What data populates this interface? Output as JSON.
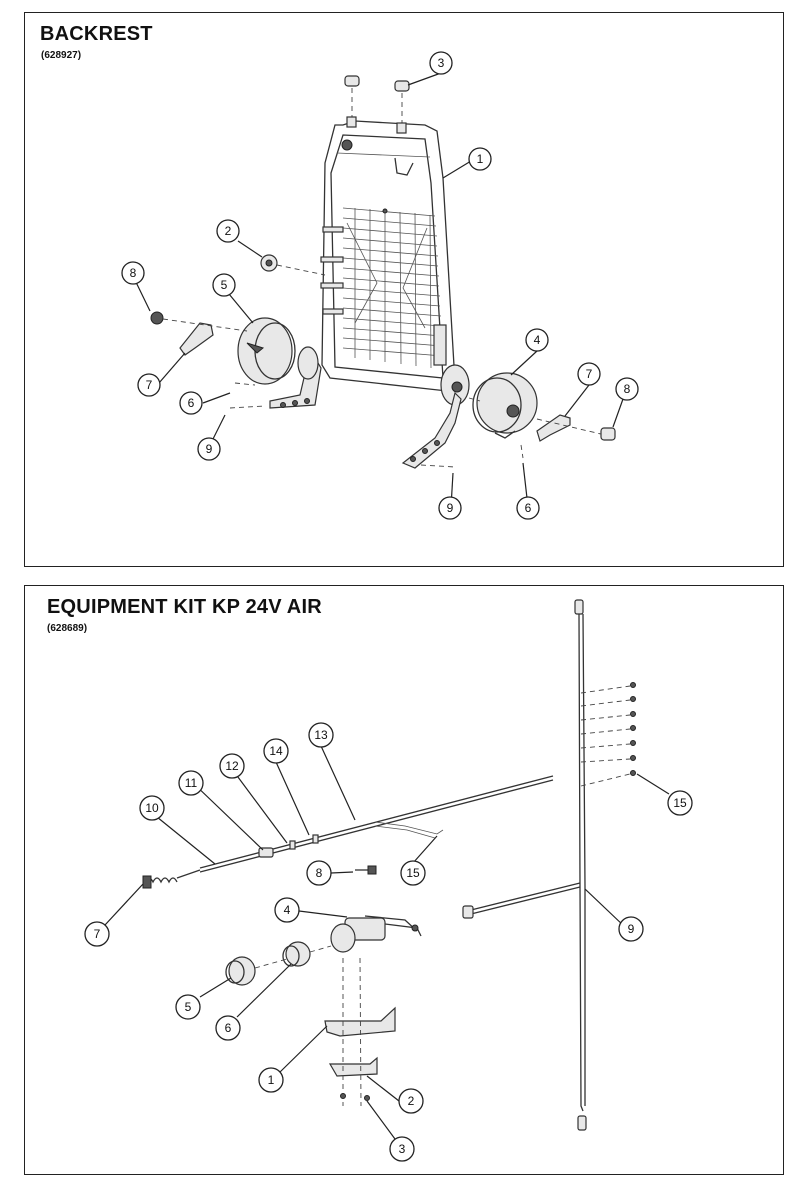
{
  "backrest": {
    "title": "BACKREST",
    "part_number": "(628927)",
    "callouts": [
      "3",
      "1",
      "2",
      "8",
      "5",
      "4",
      "7",
      "7",
      "8",
      "6",
      "9",
      "9",
      "6"
    ]
  },
  "equipment_kit": {
    "title": "EQUIPMENT KIT KP 24V AIR",
    "part_number": "(628689)",
    "callouts": [
      "13",
      "14",
      "12",
      "11",
      "10",
      "15",
      "8",
      "15",
      "7",
      "4",
      "9",
      "5",
      "6",
      "1",
      "2",
      "3"
    ]
  }
}
